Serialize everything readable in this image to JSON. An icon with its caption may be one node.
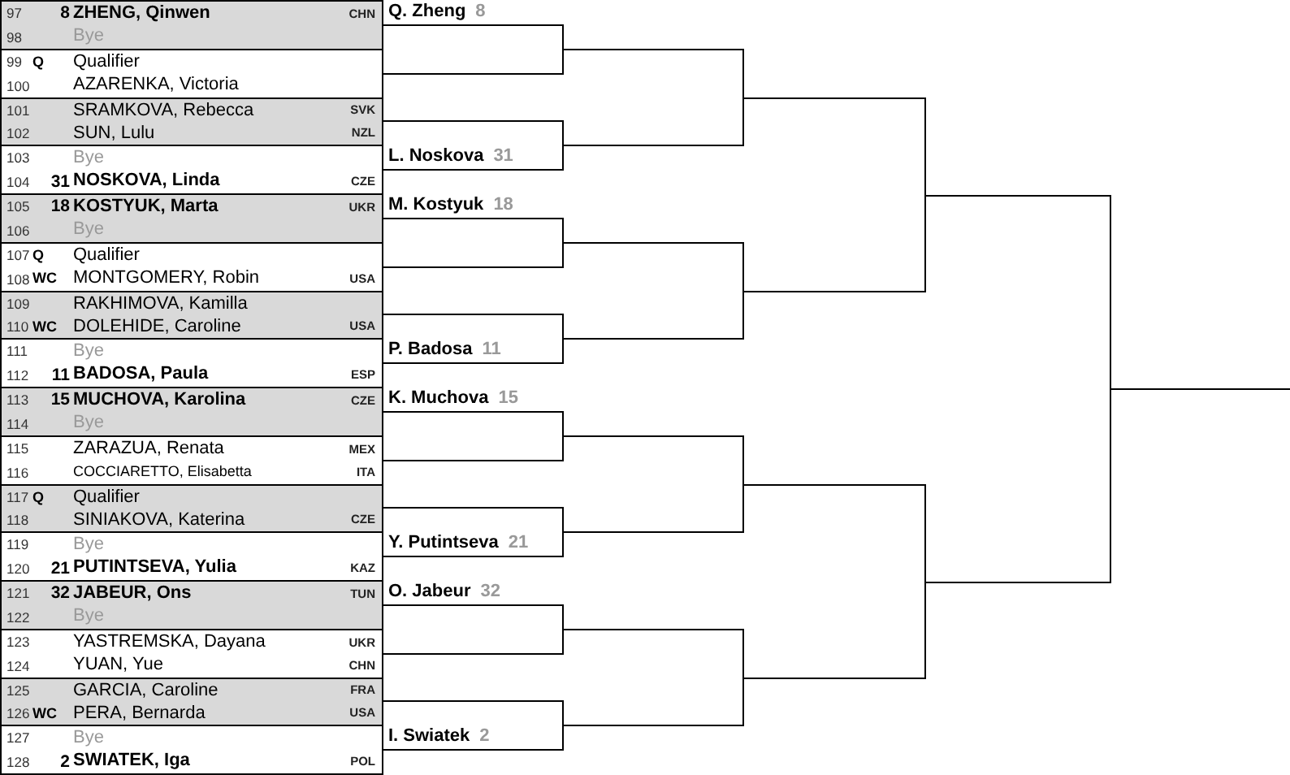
{
  "diagram": {
    "nodes": [
      {
        "text": [
          "97",
          "8",
          "ZHENG, Qinwen",
          "CHN",
          "98",
          "Bye"
        ]
      },
      {
        "text": [
          "99",
          "Q",
          "Qualifier",
          "100",
          "AZARENKA, Victoria"
        ]
      },
      {
        "text": [
          "101",
          "SRAMKOVA, Rebecca",
          "SVK",
          "102",
          "SUN, Lulu",
          "NZL"
        ]
      },
      {
        "text": [
          "103",
          "Bye",
          "104",
          "31",
          "NOSKOVA, Linda",
          "CZE"
        ]
      },
      {
        "text": [
          "105",
          "18",
          "KOSTYUK, Marta",
          "UKR",
          "106",
          "Bye"
        ]
      },
      {
        "text": [
          "107",
          "Q",
          "Qualifier",
          "108",
          "WC",
          "MONTGOMERY, Robin",
          "USA"
        ]
      },
      {
        "text": [
          "109",
          "RAKHIMOVA, Kamilla",
          "110",
          "WC",
          "DOLEHIDE, Caroline",
          "USA"
        ]
      },
      {
        "text": [
          "111",
          "Bye",
          "112",
          "11",
          "BADOSA, Paula",
          "ESP"
        ]
      },
      {
        "text": [
          "113",
          "15",
          "MUCHOVA, Karolina",
          "CZE",
          "114",
          "Bye"
        ]
      },
      {
        "text": [
          "115",
          "ZARAZUA, Renata",
          "MEX",
          "116",
          "COCCIARETTO, Elisabetta",
          "ITA"
        ]
      },
      {
        "text": [
          "117",
          "Q",
          "Qualifier",
          "118",
          "SINIAKOVA, Katerina",
          "CZE"
        ]
      },
      {
        "text": [
          "119",
          "Bye",
          "120",
          "21",
          "PUTINTSEVA, Yulia",
          "KAZ"
        ]
      },
      {
        "text": [
          "121",
          "32",
          "JABEUR, Ons",
          "TUN",
          "122",
          "Bye"
        ]
      },
      {
        "text": [
          "123",
          "YASTREMSKA, Dayana",
          "UKR",
          "124",
          "YUAN, Yue",
          "CHN"
        ]
      },
      {
        "text": [
          "125",
          "GARCIA, Caroline",
          "FRA",
          "126",
          "WC",
          "PERA, Bernarda",
          "USA"
        ]
      },
      {
        "text": [
          "127",
          "Bye",
          "128",
          "2",
          "SWIATEK, Iga",
          "POL"
        ]
      },
      {
        "text": [
          "Q. Zheng",
          "8"
        ]
      },
      {
        "text": [],
        "shape": "line"
      },
      {
        "text": [],
        "shape": "line"
      },
      {
        "text": [
          "L. Noskova",
          "31"
        ]
      },
      {
        "text": [
          "M. Kostyuk",
          "18"
        ]
      },
      {
        "text": [],
        "shape": "line"
      },
      {
        "text": [],
        "shape": "line"
      },
      {
        "text": [
          "P. Badosa",
          "11"
        ]
      },
      {
        "text": [
          "K. Muchova",
          "15"
        ]
      },
      {
        "text": [],
        "shape": "line"
      },
      {
        "text": [],
        "shape": "line"
      },
      {
        "text": [
          "Y. Putintseva",
          "21"
        ]
      },
      {
        "text": [
          "O. Jabeur",
          "32"
        ]
      },
      {
        "text": [],
        "shape": "line"
      },
      {
        "text": [],
        "shape": "line"
      },
      {
        "text": [
          "I. Swiatek",
          "2"
        ]
      },
      {
        "text": [],
        "shape": "line"
      },
      {
        "text": [],
        "shape": "line"
      },
      {
        "text": [],
        "shape": "line"
      },
      {
        "text": [],
        "shape": "line"
      },
      {
        "text": [],
        "shape": "line"
      },
      {
        "text": [],
        "shape": "line"
      },
      {
        "text": [],
        "shape": "line"
      },
      {
        "text": [],
        "shape": "line"
      },
      {
        "text": [],
        "shape": "line"
      },
      {
        "text": [],
        "shape": "line"
      },
      {
        "text": [],
        "shape": "line"
      },
      {
        "text": [],
        "shape": "line"
      },
      {
        "text": [],
        "shape": "line"
      },
      {
        "text": [],
        "shape": "line"
      },
      {
        "text": [],
        "shape": "line"
      }
    ],
    "edges": [
      {
        "from": 16,
        "to": 32,
        "arrow": "none"
      },
      {
        "from": 17,
        "to": 32,
        "arrow": "none"
      },
      {
        "from": 18,
        "to": 33,
        "arrow": "none"
      },
      {
        "from": 19,
        "to": 33,
        "arrow": "none"
      },
      {
        "from": 20,
        "to": 34,
        "arrow": "none"
      },
      {
        "from": 21,
        "to": 34,
        "arrow": "none"
      },
      {
        "from": 22,
        "to": 35,
        "arrow": "none"
      },
      {
        "from": 23,
        "to": 35,
        "arrow": "none"
      },
      {
        "from": 24,
        "to": 36,
        "arrow": "none"
      },
      {
        "from": 25,
        "to": 36,
        "arrow": "none"
      },
      {
        "from": 26,
        "to": 37,
        "arrow": "none"
      },
      {
        "from": 27,
        "to": 37,
        "arrow": "none"
      },
      {
        "from": 28,
        "to": 38,
        "arrow": "none"
      },
      {
        "from": 29,
        "to": 38,
        "arrow": "none"
      },
      {
        "from": 30,
        "to": 39,
        "arrow": "none"
      },
      {
        "from": 31,
        "to": 39,
        "arrow": "none"
      },
      {
        "from": 32,
        "to": 40,
        "arrow": "none"
      },
      {
        "from": 33,
        "to": 40,
        "arrow": "none"
      },
      {
        "from": 34,
        "to": 41,
        "arrow": "none"
      },
      {
        "from": 35,
        "to": 41,
        "arrow": "none"
      },
      {
        "from": 36,
        "to": 42,
        "arrow": "none"
      },
      {
        "from": 37,
        "to": 42,
        "arrow": "none"
      },
      {
        "from": 38,
        "to": 43,
        "arrow": "none"
      },
      {
        "from": 39,
        "to": 43,
        "arrow": "none"
      },
      {
        "from": 40,
        "to": 44,
        "arrow": "none"
      },
      {
        "from": 41,
        "to": 44,
        "arrow": "none"
      },
      {
        "from": 42,
        "to": 45,
        "arrow": "none"
      },
      {
        "from": 43,
        "to": 45,
        "arrow": "none"
      },
      {
        "from": 44,
        "to": 46,
        "arrow": "none"
      },
      {
        "from": 45,
        "to": 46,
        "arrow": "none"
      }
    ]
  }
}
